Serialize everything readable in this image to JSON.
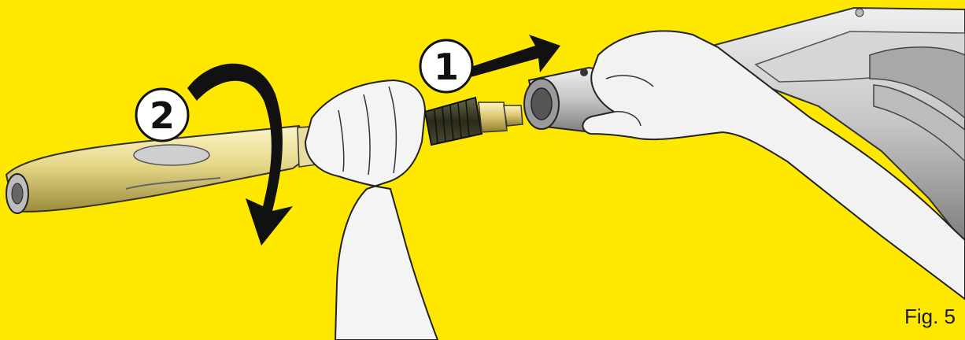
{
  "figure": {
    "caption": "Fig. 5",
    "background_color": "#ffe800",
    "steps": [
      {
        "number": "1",
        "action_icon": "pull-arrow-icon"
      },
      {
        "number": "2",
        "action_icon": "rotate-arrow-icon"
      }
    ]
  }
}
